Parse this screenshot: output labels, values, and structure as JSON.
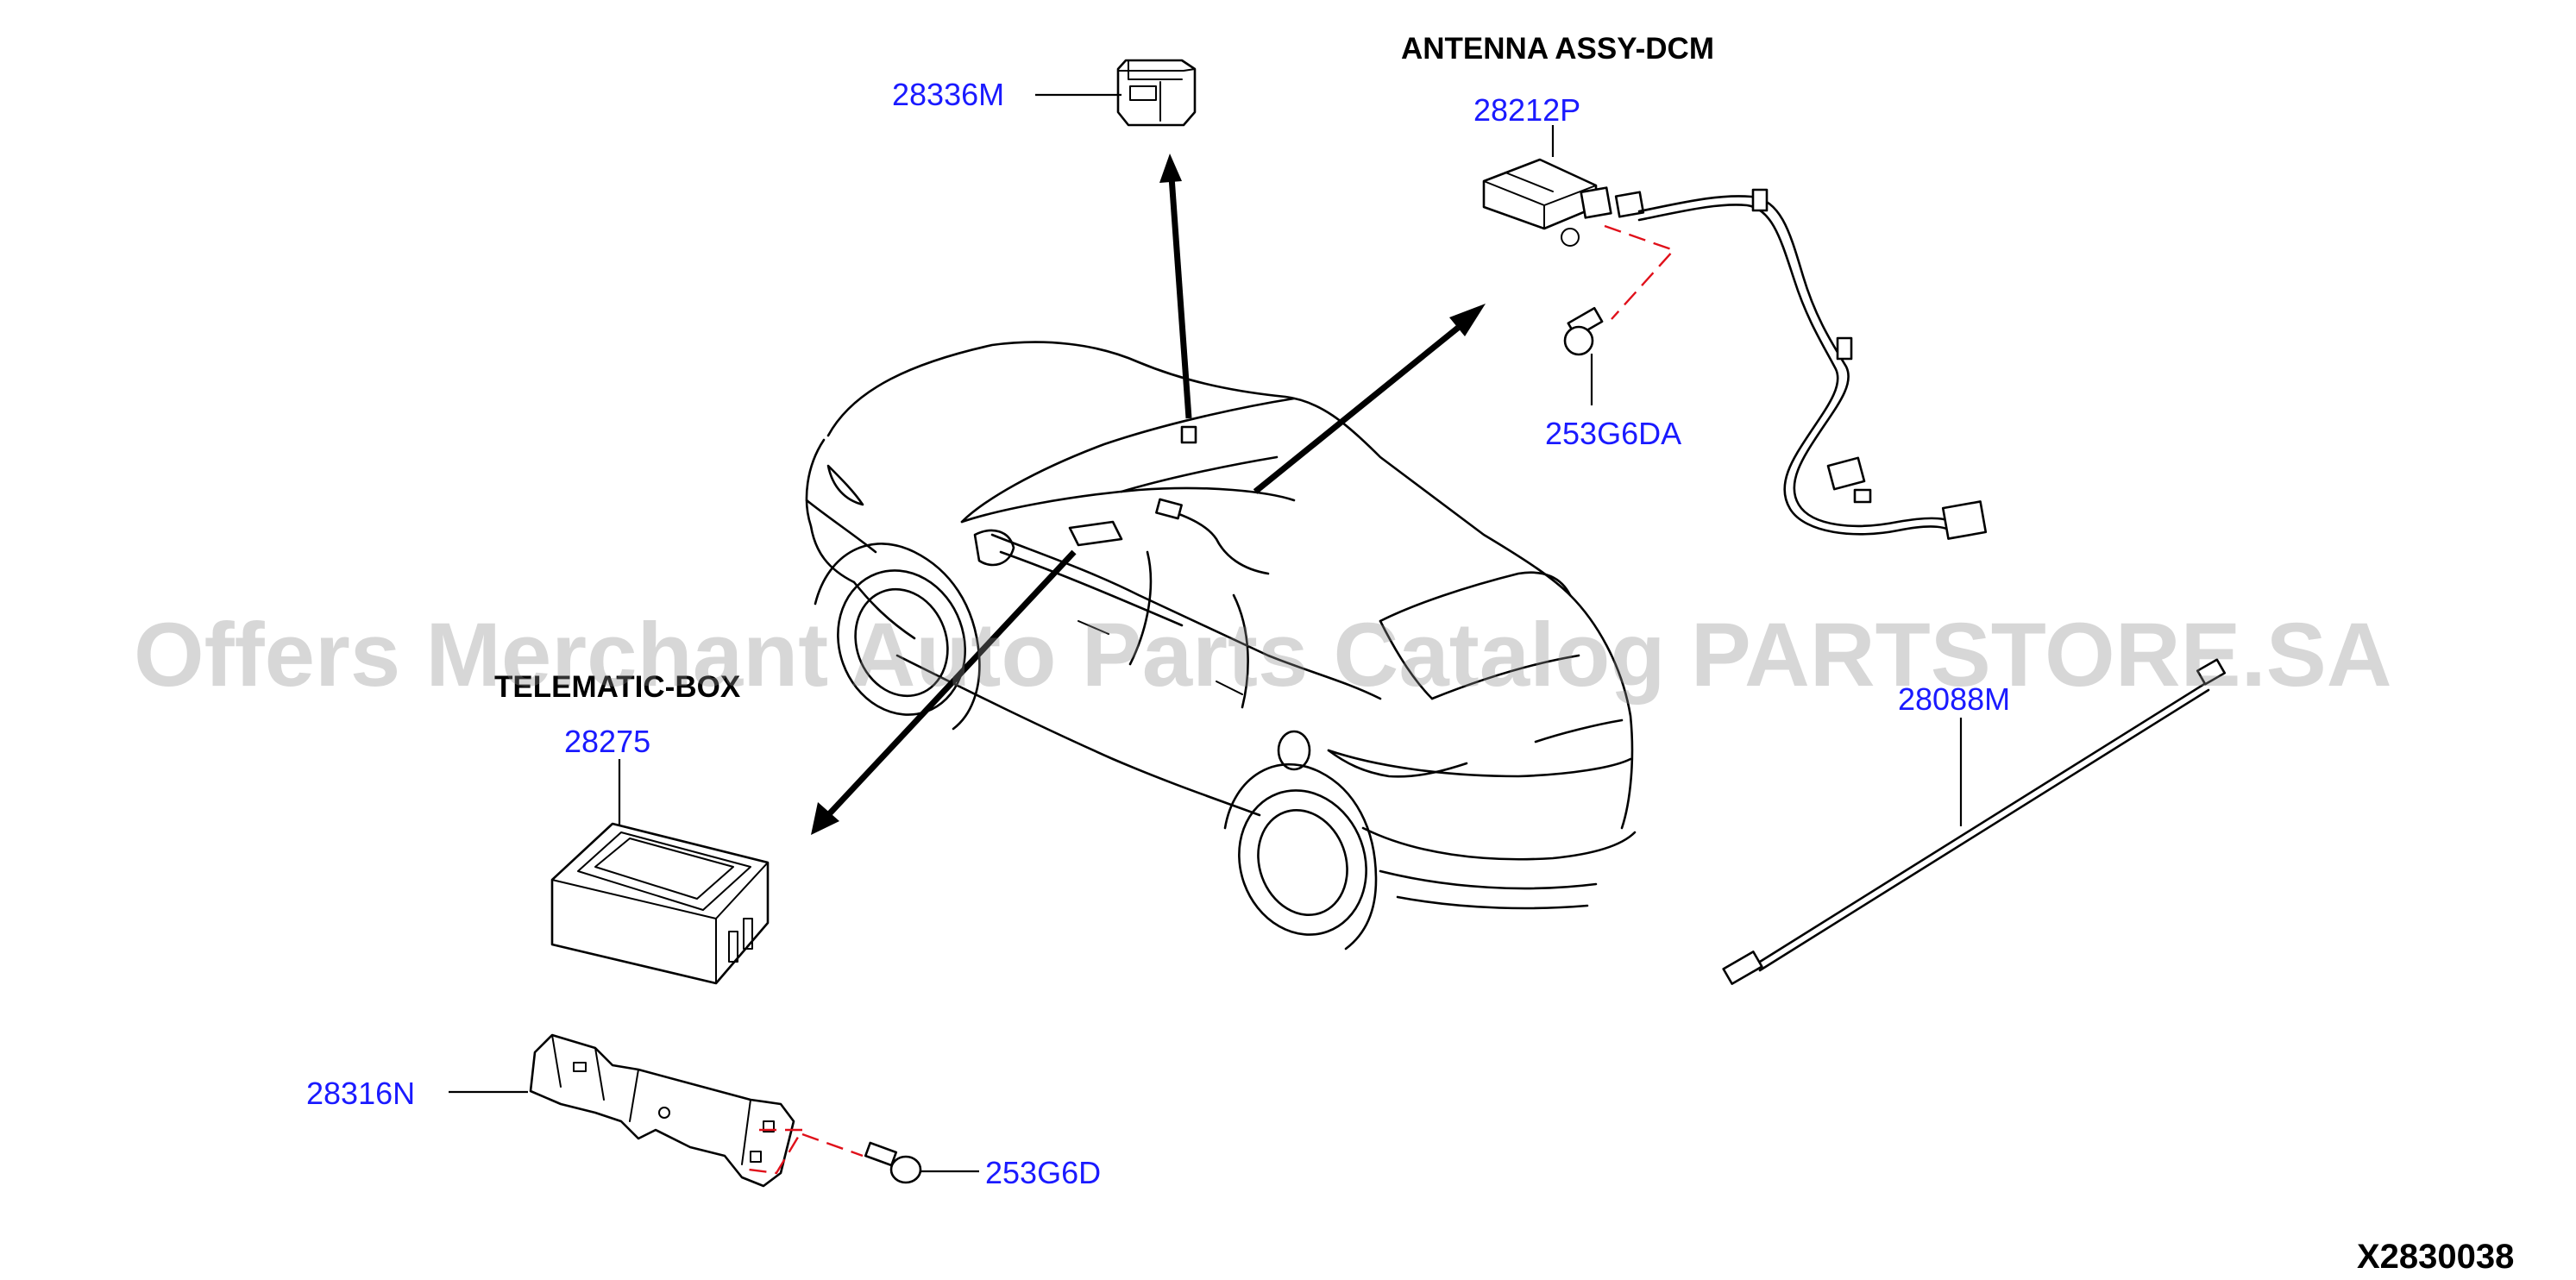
{
  "headings": {
    "antenna_assy": "ANTENNA ASSY-DCM",
    "telematic_box": "TELEMATIC-BOX"
  },
  "parts": {
    "p28336M": "28336M",
    "p28212P": "28212P",
    "p253G6DA": "253G6DA",
    "p28275": "28275",
    "p28088M": "28088M",
    "p28316N": "28316N",
    "p253G6D": "253G6D"
  },
  "diagram_code": "X2830038",
  "watermark": "Offers Merchant Auto Parts Catalog PARTSTORE.SA",
  "colors": {
    "part_label": "#1a1aff",
    "dashed_leader": "#e0101a",
    "line_art": "#000000"
  }
}
